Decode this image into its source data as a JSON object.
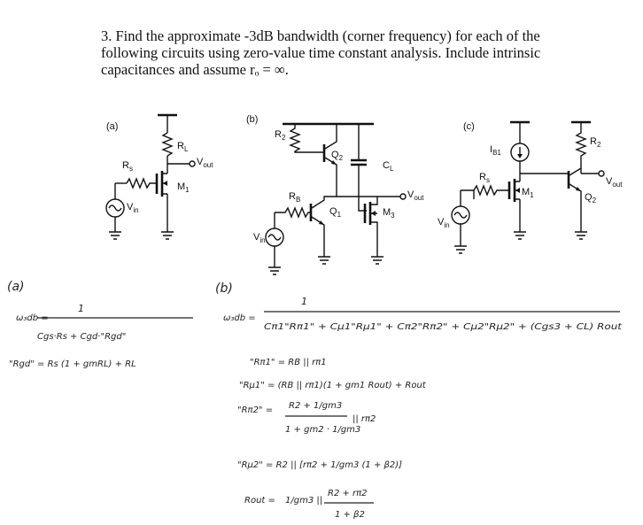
{
  "problem": {
    "lines": [
      "3. Find the approximate -3dB bandwidth (corner frequency) for each of the",
      "following circuits using zero-value time constant analysis. Include intrinsic",
      "capacitances and assume rₒ = ∞."
    ]
  },
  "circuits": {
    "a": {
      "label": "(a)",
      "rl": "R",
      "rl_sub": "L",
      "rs": "R",
      "rs_sub": "s",
      "vout": "V",
      "vout_sub": "out",
      "m1": "M",
      "m1_sub": "1",
      "vin": "V",
      "vin_sub": "in"
    },
    "b": {
      "label": "(b)",
      "r2": "R",
      "r2_sub": "2",
      "q2": "Q",
      "q2_sub": "2",
      "cl": "C",
      "cl_sub": "L",
      "rb": "R",
      "rb_sub": "B",
      "q1": "Q",
      "q1_sub": "1",
      "m3": "M",
      "m3_sub": "3",
      "vout": "V",
      "vout_sub": "out",
      "vin": "V",
      "vin_sub": "in"
    },
    "c": {
      "label": "(c)",
      "ib1": "I",
      "ib1_sub": "B1",
      "rs": "R",
      "rs_sub": "s",
      "m1": "M",
      "m1_sub": "1",
      "r2": "R",
      "r2_sub": "2",
      "q2": "Q",
      "q2_sub": "2",
      "vout": "V",
      "vout_sub": "out",
      "vin": "V",
      "vin_sub": "in"
    }
  },
  "handwritten": {
    "a_label": "(a)",
    "a_lhs": "ω₃db =",
    "a_num": "1",
    "a_den": "Cgs·Rs + Cgd·\"Rgd\"",
    "a_rgd": "\"Rgd\" = Rs (1 + gmRL) + RL",
    "b_label": "(b)",
    "b_lhs": "ω₃db =",
    "b_num": "1",
    "b_den": "Cπ1\"Rπ1\" + Cμ1\"Rμ1\" + Cπ2\"Rπ2\" + Cμ2\"Rμ2\" + (Cgs3 + CL) Rout",
    "b_rpi1": "\"Rπ1\" = RB || rπ1",
    "b_rmu1": "\"Rμ1\" = (RB || rπ1)(1 + gm1 Rout) + Rout",
    "b_rpi2_lhs": "\"Rπ2\" =",
    "b_rpi2_num": "R2 + 1/gm3",
    "b_rpi2_den": "1 + gm2 · 1/gm3",
    "b_rpi2_par": "|| rπ2",
    "b_rmu2": "\"Rμ2\" = R2 || [rπ2 + 1/gm3 (1 + β2)]",
    "b_rout_lhs": "Rout =",
    "b_rout_a": "1/gm3 ||",
    "b_rout_num": "R2 + rπ2",
    "b_rout_den": "1 + β2"
  }
}
